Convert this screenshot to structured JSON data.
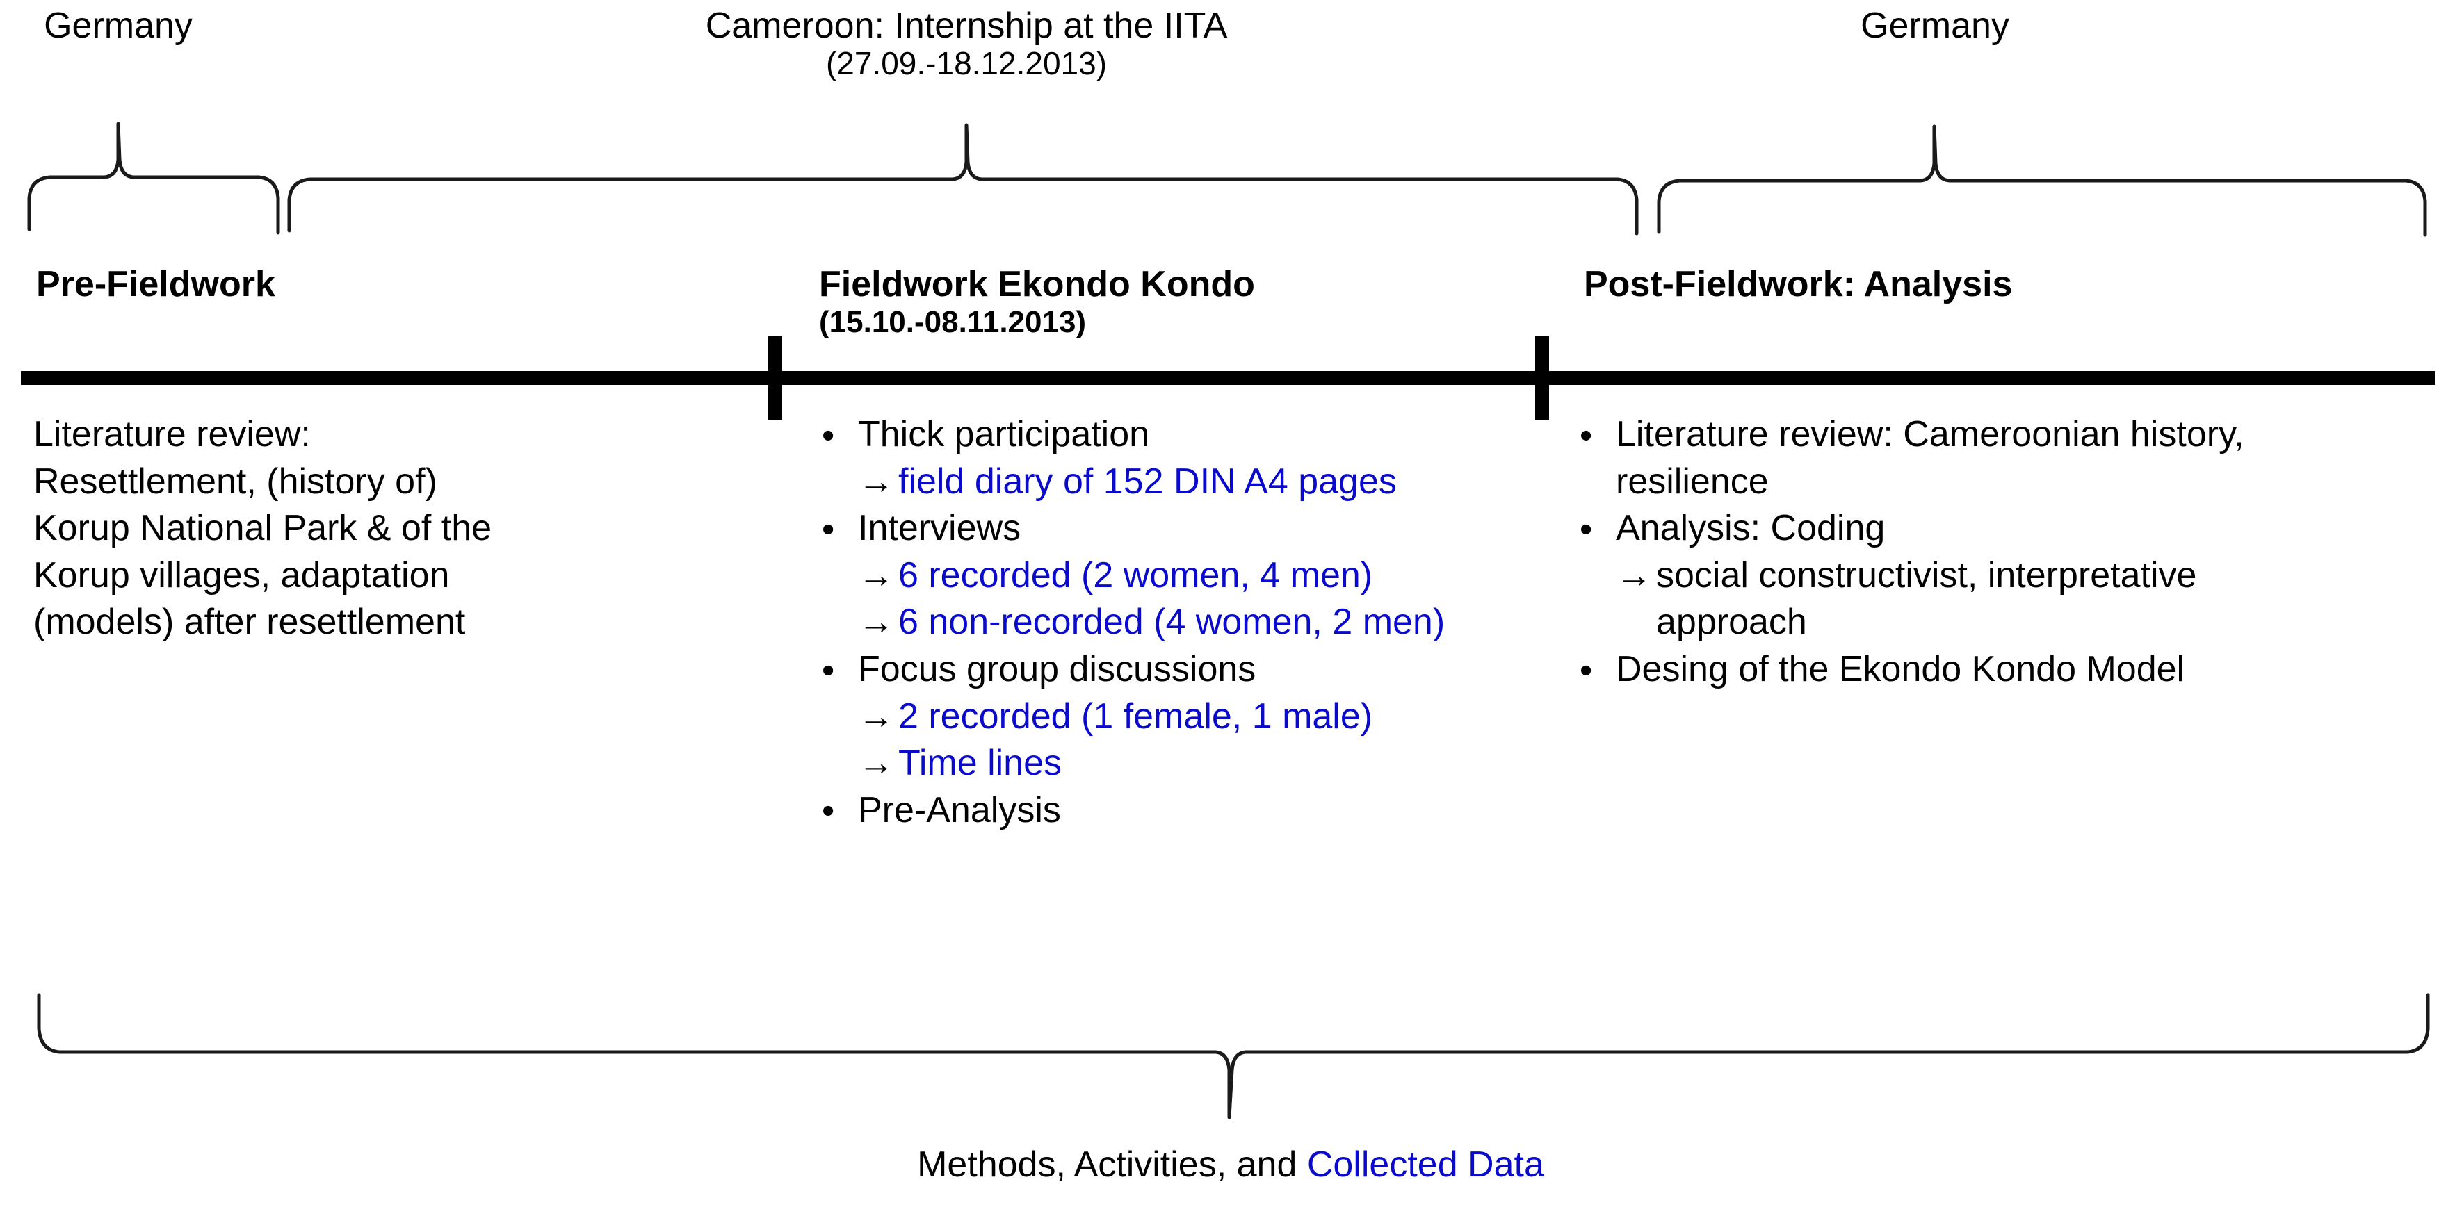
{
  "colors": {
    "text": "#000000",
    "accent_blue": "#0A0ACC",
    "line": "#000000"
  },
  "top_labels": [
    {
      "text": "Germany"
    },
    {
      "text": "Cameroon: Internship at the IITA",
      "text2": "(27.09.-18.12.2013)"
    },
    {
      "text": "Germany"
    }
  ],
  "phases": [
    {
      "title": "Pre-Fieldwork",
      "subtitle": ""
    },
    {
      "title": "Fieldwork Ekondo Kondo",
      "subtitle": "(15.10.-08.11.2013)"
    },
    {
      "title": "Post-Fieldwork: Analysis",
      "subtitle": ""
    }
  ],
  "columns": {
    "pre_fieldwork": {
      "paragraph": "Literature review:\nResettlement, (history of)\nKorup National Park & of the\nKorup villages, adaptation\n(models) after resettlement"
    },
    "fieldwork": {
      "bullet_char": "•",
      "arrow_char": "→",
      "items": [
        {
          "label": "Thick participation",
          "subs": [
            {
              "text": "field diary of 152 DIN A4 pages",
              "blue": true
            }
          ]
        },
        {
          "label": "Interviews",
          "subs": [
            {
              "text": "6 recorded (2 women, 4 men)",
              "blue": true
            },
            {
              "text": "6 non-recorded (4 women, 2 men)",
              "blue": true
            }
          ]
        },
        {
          "label": "Focus group discussions",
          "subs": [
            {
              "text": "2 recorded (1 female, 1 male)",
              "blue": true
            },
            {
              "text": "Time lines",
              "blue": true
            }
          ]
        },
        {
          "label": "Pre-Analysis",
          "subs": []
        }
      ]
    },
    "post_fieldwork": {
      "bullet_char": "•",
      "arrow_char": "→",
      "items": [
        {
          "label": "Literature review: Cameroonian history, resilience",
          "subs": []
        },
        {
          "label": "Analysis: Coding",
          "subs": [
            {
              "text": "social constructivist, interpretative approach",
              "blue": false
            }
          ]
        },
        {
          "label": "Desing of the Ekondo Kondo Model",
          "subs": []
        }
      ]
    }
  },
  "bottom_caption": {
    "plain": "Methods, Activities, and ",
    "highlight": "Collected Data"
  }
}
